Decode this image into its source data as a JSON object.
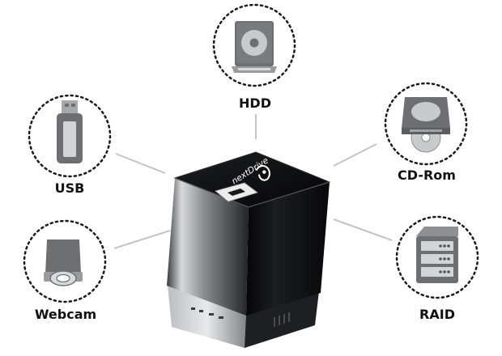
{
  "colors": {
    "background": "#ffffff",
    "connector": "#c4c4c4",
    "circle_dots": "#1a1a1a",
    "icon_gray": "#6e6f72",
    "icon_light": "#c9cacc",
    "device_black": "#0b0b0c"
  },
  "hub": {
    "brand": "nextDrive",
    "icon": "nextdrive-logo-icon"
  },
  "peripherals": [
    {
      "id": "hdd",
      "label": "HDD",
      "icon": "hard-disk-drive-icon"
    },
    {
      "id": "usb",
      "label": "USB",
      "icon": "usb-flash-drive-icon"
    },
    {
      "id": "cdrom",
      "label": "CD-Rom",
      "icon": "cd-rom-drive-icon"
    },
    {
      "id": "webcam",
      "label": "Webcam",
      "icon": "webcam-icon"
    },
    {
      "id": "raid",
      "label": "RAID",
      "icon": "raid-enclosure-icon"
    }
  ]
}
